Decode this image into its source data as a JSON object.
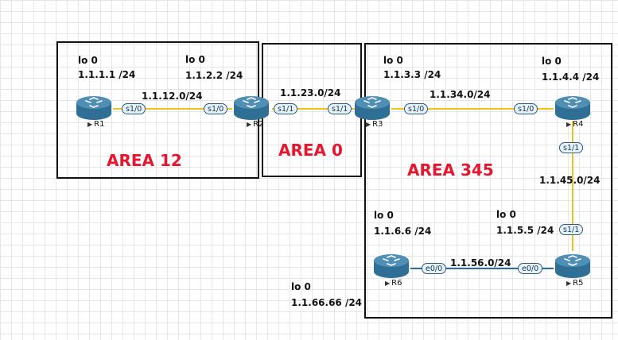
{
  "areas": [
    {
      "id": "area12",
      "label": "AREA 12"
    },
    {
      "id": "area0",
      "label": "AREA 0"
    },
    {
      "id": "area345",
      "label": "AREA 345"
    }
  ],
  "routers": [
    {
      "id": "r1",
      "name": "R1",
      "loopback_name": "lo 0",
      "loopback_ip": "1.1.1.1 /24"
    },
    {
      "id": "r2",
      "name": "R2",
      "loopback_name": "lo 0",
      "loopback_ip": "1.1.2.2 /24"
    },
    {
      "id": "r3",
      "name": "R3",
      "loopback_name": "lo 0",
      "loopback_ip": "1.1.3.3 /24"
    },
    {
      "id": "r4",
      "name": "R4",
      "loopback_name": "lo 0",
      "loopback_ip": "1.1.4.4 /24"
    },
    {
      "id": "r5",
      "name": "R5",
      "loopback_name": "lo 0",
      "loopback_ip": "1.1.5.5 /24"
    },
    {
      "id": "r6",
      "name": "R6",
      "loopback_name": "lo 0",
      "loopback_ip": "1.1.6.6 /24"
    }
  ],
  "extra_loopback": {
    "name": "lo 0",
    "ip": "1.1.66.66 /24"
  },
  "links": [
    {
      "id": "r1-r2",
      "network": "1.1.12.0/24",
      "a_iface": "s1/0",
      "b_iface": "s1/0"
    },
    {
      "id": "r2-r3",
      "network": "1.1.23.0/24",
      "a_iface": "s1/1",
      "b_iface": "s1/1"
    },
    {
      "id": "r3-r4",
      "network": "1.1.34.0/24",
      "a_iface": "s1/0",
      "b_iface": "s1/0"
    },
    {
      "id": "r4-r5",
      "network": "1.1.45.0/24",
      "a_iface": "s1/1",
      "b_iface": "s1/1"
    },
    {
      "id": "r6-r5",
      "network": "1.1.56.0/24",
      "a_iface": "e0/0",
      "b_iface": "e0/0"
    }
  ],
  "colors": {
    "area_label": "#e8152f",
    "link": "#f2c21b",
    "router_body": "#2f6f95",
    "iface_border": "#2c5d7d"
  }
}
